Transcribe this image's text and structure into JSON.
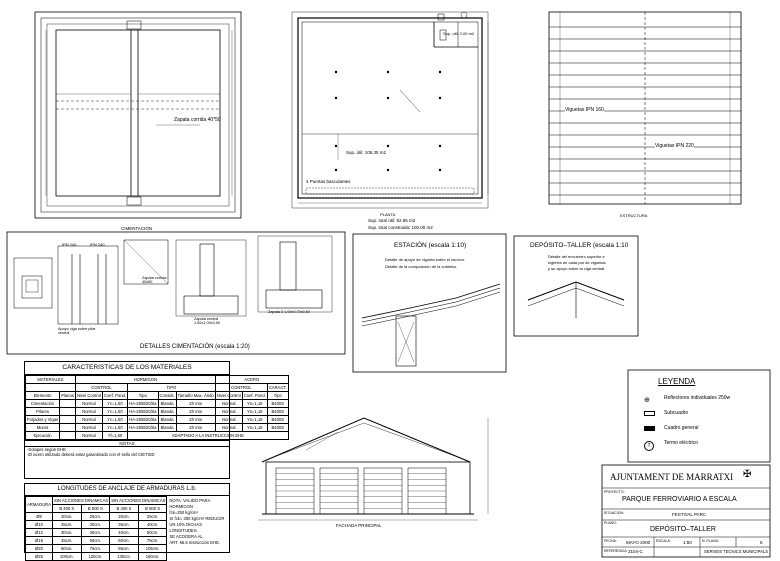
{
  "cimentacion": {
    "title": "CIMENTACIÓN",
    "zapata_label": "Zapata corrida 40*50"
  },
  "planta": {
    "title": "PLANTA",
    "sup_small": "Sup. útil: 2,00 m2",
    "sup_main": "Sup. útil: 105.35 m2",
    "puertas": "4 Puertas basculantes",
    "sup_total_util": "Sup. total útil: 92.85 m2",
    "sup_total_const": "Sup. total construida: 100.00 m2"
  },
  "estructura": {
    "title": "ESTRUCTURA",
    "viguetas_1": "Viguetas IPN 160",
    "viguetas_2": "Viguetas IPN 220"
  },
  "detalles": {
    "title": "DETALLES CIMENTACIÓN  (escala 1:20)",
    "ipn1": "IPN 240",
    "ipn2": "IPN 240",
    "apoyo": "Apoyo viga sobre pilar central",
    "zapata_corrida": "Zapata corrida 40x50",
    "zapata_central": "Zapata central 1,50x1,00x0,50",
    "zapata_3": "Zapata 3 1,00x0,70x0,50"
  },
  "estacion": {
    "title": "ESTACIÓN  (escala 1:10)",
    "line1": "Detalle de apoyo de vigueta sobre el zuncho.",
    "line2": "Detalle de la composición de la cubierta."
  },
  "deposito_detalle": {
    "title": "DEPÓSITO–TALLER  (escala 1:10",
    "line1": "Detalle del encuentro superior e",
    "line2": "ingletes de cada par de viguetas",
    "line3": "y su apoyo sobre la viga central."
  },
  "materiales": {
    "title": "CARACTERISTICAS DE LOS MATERIALES",
    "head_materiales": "MATERIALES",
    "head_hormigon": "HORMIGON",
    "head_acero": "ACERO",
    "head_control": "CONTROL",
    "head_tipo": "TIPO",
    "head_control2": "CONTROL",
    "head_caract": "CARACT.",
    "cols": [
      "Elemento",
      "Planos",
      "Nivel Control",
      "Coef. Pond.",
      "Tipo",
      "Consist.",
      "Tamaño Max. Árido",
      "Nivel Control",
      "Coef. Pond.",
      "Tipo"
    ],
    "rows": [
      [
        "Cimentación",
        "",
        "Normal",
        "Yc=1,50",
        "HA-25/B/20/IIa",
        "Blanda",
        "20 mm",
        "Normal",
        "Ys=1,15",
        "B400S"
      ],
      [
        "Pilares",
        "",
        "Normal",
        "Yc=1,50",
        "HA-25/B/20/IIa",
        "Blanda",
        "20 mm",
        "Normal",
        "Ys=1,15",
        "B400S"
      ],
      [
        "Forjados y Vigas",
        "",
        "Normal",
        "Yc=1,50",
        "HA-25/B/20/IIa",
        "Blanda",
        "20 mm",
        "Normal",
        "Ys=1,15",
        "B400S"
      ],
      [
        "Muros",
        "",
        "Normal",
        "Yc=1,50",
        "HA-25/B/20/IIa",
        "Blanda",
        "20 mm",
        "Normal",
        "Ys=1,15",
        "B400S"
      ],
      [
        "Ejecución",
        "",
        "Normal",
        "Yf=1,60",
        "",
        "",
        "ADAPTADO A LA INSTRUCCIÓN EHE",
        "",
        "",
        ""
      ]
    ],
    "notas_title": "NOTAS",
    "nota1": "-Solapes según EHE",
    "nota2": "-El acero utilizado deberá estar garantizado con el sello del CIETSID"
  },
  "longitudes": {
    "title": "LONGITUDES DE ANCLAJE DE ARMADURAS   L.b.",
    "h_armadura": "ARMADURA",
    "h_sin1": "SIN ACCIONES DINAMICAS",
    "h_sin2": "SIN ACCIONES DINAMICAS",
    "sub": [
      "B 400 S",
      "B 500 S",
      "B 400 S",
      "B 500 S"
    ],
    "rows": [
      [
        "Ø8",
        "20cm.",
        "25cm.",
        "20cm.",
        "25cm."
      ],
      [
        "Ø10",
        "25cm.",
        "30cm.",
        "35cm.",
        "40cm."
      ],
      [
        "Ø12",
        "30cm.",
        "35cm.",
        "40cm.",
        "50cm."
      ],
      [
        "Ø16",
        "45cm.",
        "55cm.",
        "60cm.",
        "75cm."
      ],
      [
        "Ø20",
        "60cm.",
        "75cm.",
        "85cm.",
        "105cm."
      ],
      [
        "Ø25",
        "100cm.",
        "120cm.",
        "130cm.",
        "160cm."
      ]
    ],
    "nota_lines": [
      "NOTA: VALIDO PARA HORMIGON",
      "fck=250 kg/cm²",
      "SI fck= 300 kg/cm² REDUCIR",
      "UN 10% DICHAS LONGITUDES.",
      "SE ACOGERA AL",
      "ART. 66.5 Instrucción EHE."
    ]
  },
  "fachada": {
    "title": "FACHADA PRINCIPAL"
  },
  "leyenda": {
    "title": "LEYENDA",
    "items": [
      {
        "icon": "reflector-icon",
        "label": "Reflectores individuales 250w"
      },
      {
        "icon": "subcuadro-icon",
        "label": "Subcuadro"
      },
      {
        "icon": "cuadro-general-icon",
        "label": "Cuadro general"
      },
      {
        "icon": "termo-icon",
        "label": "Termo eléctrico"
      }
    ],
    "termo_glyph": "T"
  },
  "cajetin": {
    "ajuntament": "AJUNTAMENT DE MARRATXI",
    "proyecto_lbl": "PROYECTO:",
    "proyecto": "PARQUE FERROVIARIO A ESCALA",
    "situacion_lbl": "SITUACION:",
    "situacion": "FESTIVAL PARC",
    "plano_lbl": "PLANO:",
    "plano": "DEPÓSITO–TALLER",
    "fecha_lbl": "FECHA:",
    "fecha": "MAYO 2000",
    "escala_lbl": "ESCALA:",
    "escala": "1:50",
    "nplano_lbl": "N. PLANO:",
    "nplano": "5",
    "ref_lbl": "REFERENCIA:",
    "ref": "3104-C",
    "servicios": "SERVEIS TECNICS MUNICIPALS"
  }
}
